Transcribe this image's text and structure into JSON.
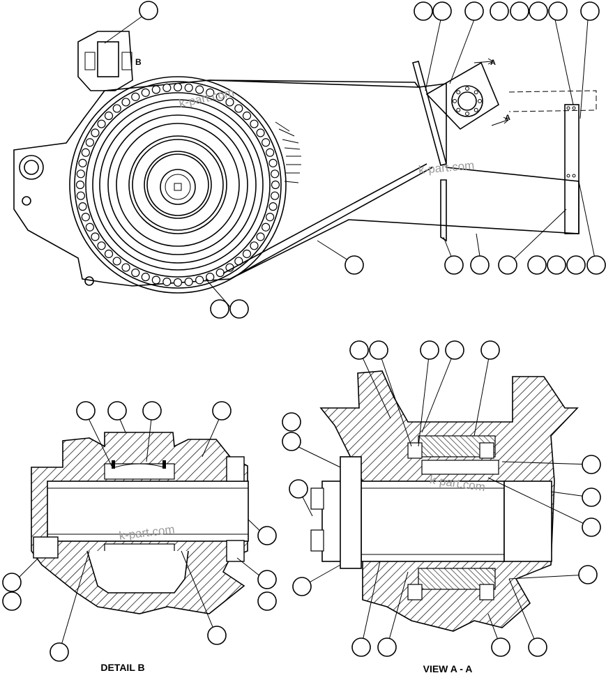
{
  "labels": {
    "detail_b": "DETAIL B",
    "view_aa": "VIEW A - A",
    "detail_marker": "B",
    "section_marker": "A"
  },
  "watermark": "k-part.com",
  "colors": {
    "line": "#000000",
    "background": "#ffffff",
    "watermark": "#9a9a9a"
  }
}
